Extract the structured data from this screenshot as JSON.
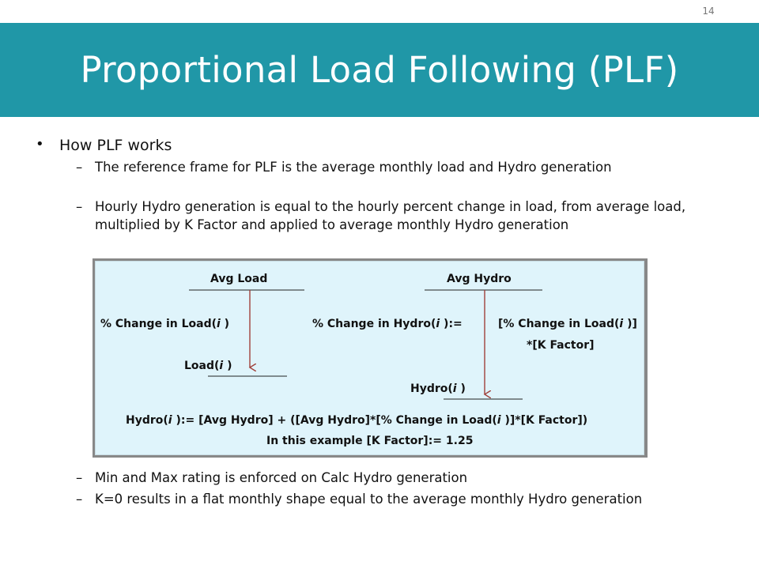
{
  "page_number": "14",
  "title": "Proportional Load Following (PLF)",
  "bullet": {
    "label": "How PLF works"
  },
  "sub_items_top": [
    {
      "dash": "–",
      "text": "The reference frame for PLF is the average monthly load and Hydro generation"
    },
    {
      "dash": "–",
      "text": "Hourly Hydro generation is equal to the hourly percent change in load, from average load, multiplied by K Factor and applied to average monthly Hydro generation"
    }
  ],
  "diagram": {
    "avg_load": "Avg Load",
    "pct_change_load_pre": "% Change in Load(",
    "i1": "i",
    "pct_change_load_post": " )",
    "load_i_pre": "Load(",
    "i2": "i",
    "load_i_post": " )",
    "avg_hydro": "Avg Hydro",
    "pct_change_hydro_pre": "% Change in Hydro(",
    "i3": "i",
    "pct_change_hydro_post": " ):=",
    "bracket_pre": "[% Change in Load(",
    "i4": "i",
    "bracket_post": " )]",
    "kfactor_line": "*[K Factor]",
    "hydro_i_pre": "Hydro(",
    "i5": "i",
    "hydro_i_post": " )",
    "formula_a": "Hydro(",
    "i6": "i",
    "formula_b": " ):= [Avg Hydro] + ([Avg Hydro]*[% Change in Load(",
    "i7": "i",
    "formula_c": " )]*[K Factor])",
    "example": "In this example [K Factor]:= 1.25"
  },
  "sub_items_bottom": [
    {
      "dash": "–",
      "text": "Min and Max rating is enforced on Calc Hydro generation"
    },
    {
      "dash": "–",
      "text": "K=0 results in a flat monthly shape equal to the average monthly Hydro generation"
    }
  ],
  "colors": {
    "title_band": "#2097a7",
    "diagram_bg": "#dff4fb",
    "arrow": "#a0403a"
  }
}
